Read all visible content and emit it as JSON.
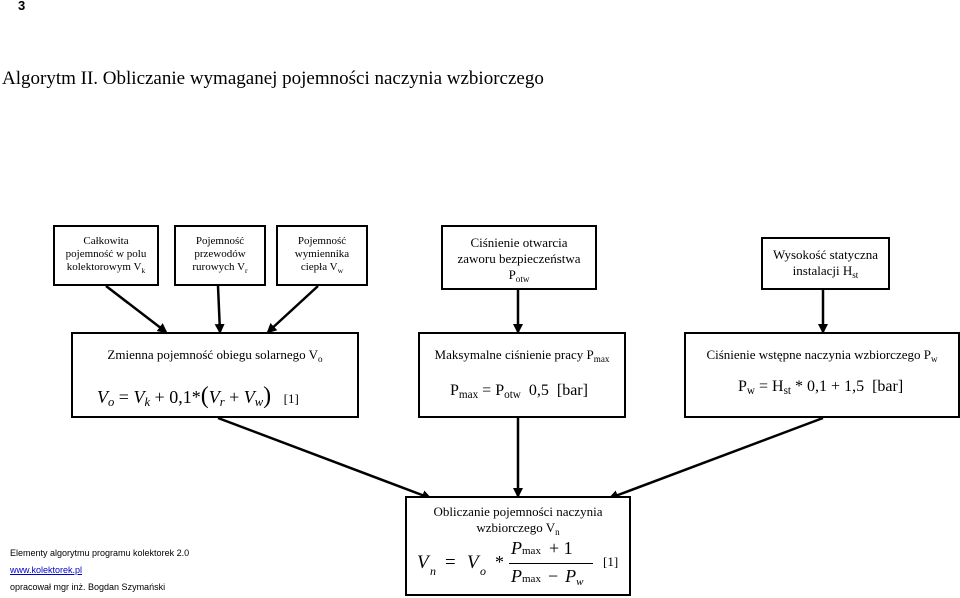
{
  "page_number": "3",
  "title": "Algorytm II. Obliczanie wymaganej pojemności naczynia wzbiorczego",
  "inputs": {
    "vk": {
      "lines": [
        "Całkowita",
        "pojemność w polu"
      ],
      "last_prefix": "kolektorowym V",
      "sub": "k"
    },
    "vr": {
      "lines": [
        "Pojemność",
        "przewodów"
      ],
      "last_prefix": "rurowych V",
      "sub": "r"
    },
    "vw": {
      "lines": [
        "Pojemność",
        "wymiennika"
      ],
      "last_prefix": "ciepła V",
      "sub": "w"
    },
    "potw": {
      "lines": [
        "Ciśnienie otwarcia",
        "zaworu bezpieczeństwa"
      ],
      "last_prefix": "P",
      "sub": "otw"
    },
    "hst": {
      "lines": [
        "Wysokość statyczna"
      ],
      "last_prefix": "instalacji H",
      "sub": "st"
    }
  },
  "intermediate": {
    "vo": {
      "title_prefix": "Zmienna pojemność obiegu solarnego V",
      "title_sub": "o",
      "formula": {
        "lhs": "V",
        "lhs_sub": "o",
        "eq": "=",
        "a": "V",
        "a_sub": "k",
        "plus_coef": "+ 0,1*",
        "open": "(",
        "b": "V",
        "b_sub": "r",
        "plus": "+",
        "c": "V",
        "c_sub": "w",
        "close": ")",
        "ref": "[1]"
      }
    },
    "pmax": {
      "title_prefix": "Maksymalne ciśnienie pracy P",
      "title_sub": "max",
      "formula": {
        "lhs": "P",
        "lhs_sub": "max",
        "eq": " = P",
        "rhs_sub": "otw",
        "rest": "  0,5  [bar]"
      }
    },
    "pw": {
      "title_prefix": "Ciśnienie wstępne naczynia wzbiorczego P",
      "title_sub": "w",
      "formula": {
        "lhs": "P",
        "lhs_sub": "w",
        "eq": " = H",
        "rhs_sub": "st",
        "rest": " * 0,1 + 1,5  [bar]"
      }
    }
  },
  "result": {
    "title_line1": "Obliczanie pojemności naczynia",
    "title_prefix": "wzbiorczego V",
    "title_sub": "n",
    "formula": {
      "lhs": "V",
      "lhs_sub": "n",
      "eq": "=",
      "a": "V",
      "a_sub": "o",
      "mult": "*",
      "num": "P",
      "num_sub": "max",
      "num_rest": "+ 1",
      "den": "P",
      "den_sub": "max",
      "den_minus": "−",
      "den2": "P",
      "den2_sub": "w",
      "ref": "[1]"
    }
  },
  "footer": {
    "line1": "Elementy algorytmu programu kolektorek 2.0",
    "link": "www.kolektorek.pl",
    "line3": "opracował mgr inż. Bogdan Szymański"
  }
}
